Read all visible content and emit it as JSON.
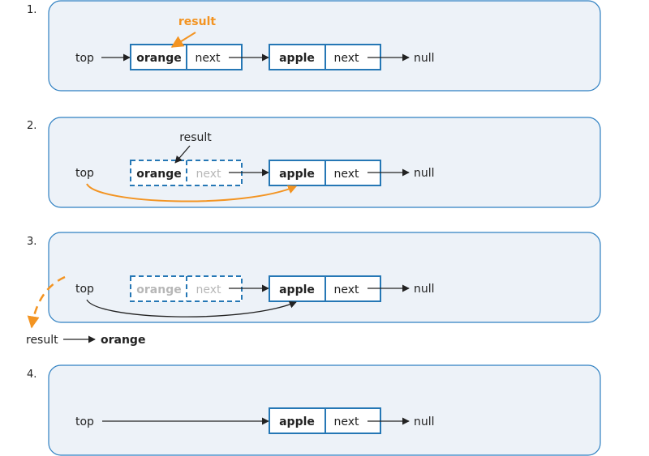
{
  "colors": {
    "panel_bg": "#edf2f8",
    "panel_border": "#2f80c2",
    "node_border": "#2577b5",
    "highlight": "#f39422",
    "muted_text": "#b7b7b7"
  },
  "steps": [
    {
      "number": "1.",
      "top": "top",
      "result": "result",
      "nodes": [
        {
          "value": "orange",
          "next": "next"
        },
        {
          "value": "apple",
          "next": "next"
        }
      ],
      "null": "null"
    },
    {
      "number": "2.",
      "top": "top",
      "result": "result",
      "nodes": [
        {
          "value": "orange",
          "next": "next"
        },
        {
          "value": "apple",
          "next": "next"
        }
      ],
      "null": "null"
    },
    {
      "number": "3.",
      "top": "top",
      "result": "result",
      "nodes": [
        {
          "value": "orange",
          "next": "next"
        },
        {
          "value": "apple",
          "next": "next"
        }
      ],
      "null": "null",
      "result_value": "orange"
    },
    {
      "number": "4.",
      "top": "top",
      "nodes": [
        {
          "value": "apple",
          "next": "next"
        }
      ],
      "null": "null"
    }
  ]
}
